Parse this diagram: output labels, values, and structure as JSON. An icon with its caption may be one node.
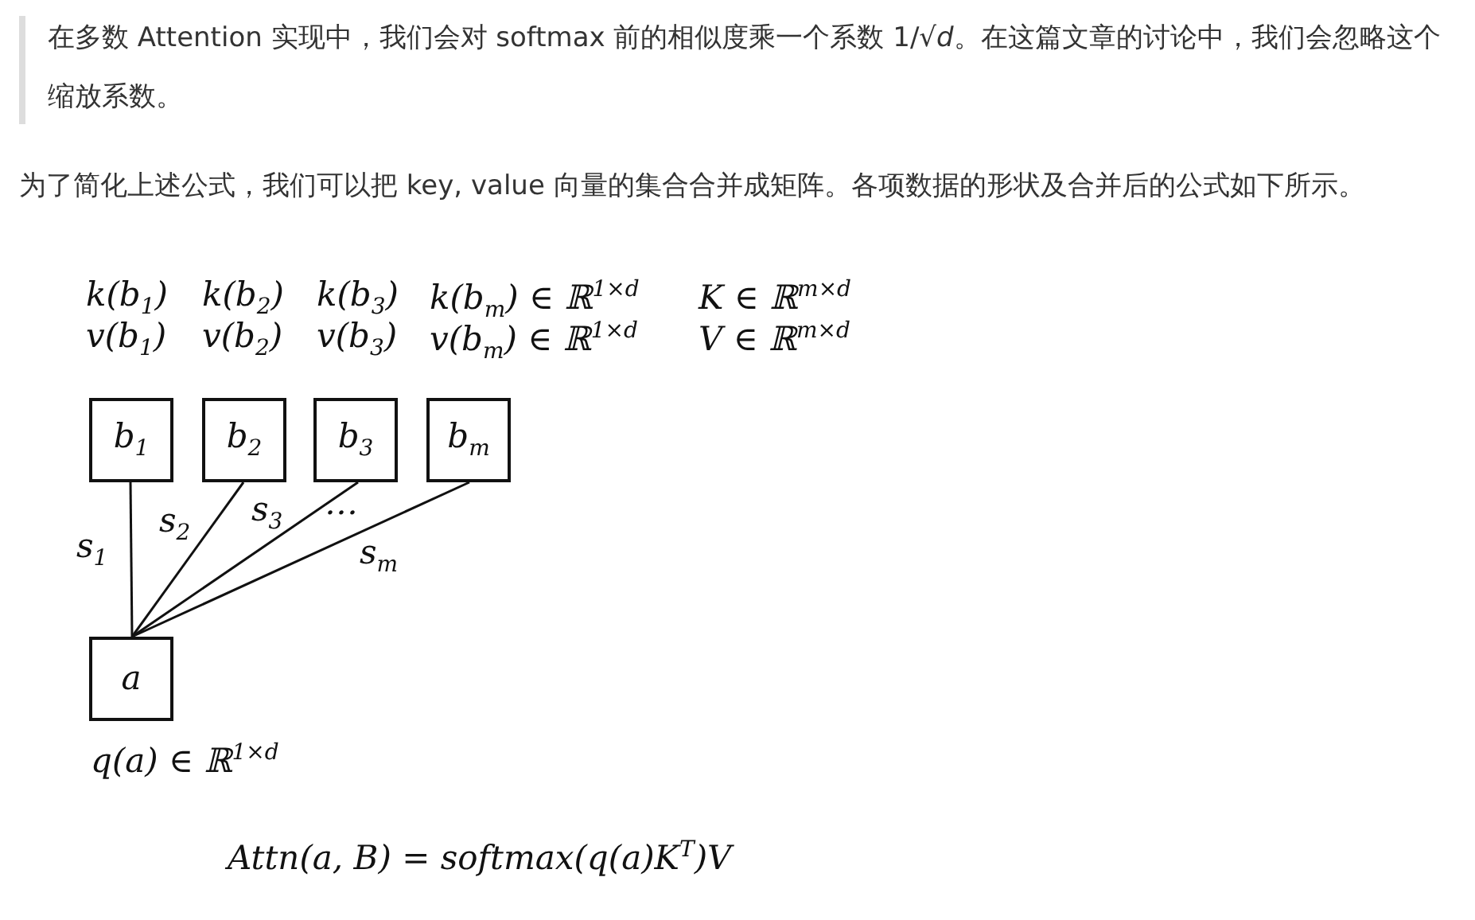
{
  "diagram": {
    "nodes": [
      {
        "text": [
          "b$_{1}$"
        ]
      },
      {
        "text": [
          "b$_{2}$"
        ]
      },
      {
        "text": [
          "b$_{3}$"
        ]
      },
      {
        "text": [
          "b$_{m}$"
        ]
      },
      {
        "text": [
          "a"
        ],
        "beside": [
          "q(a) ∈ ℝ$^{1×d}$"
        ]
      }
    ],
    "edges": [
      {
        "from": 4,
        "to": 0,
        "arrow": "none",
        "label": "s$_{1}$"
      },
      {
        "from": 4,
        "to": 1,
        "arrow": "none",
        "label": "s$_{2}$"
      },
      {
        "from": 4,
        "to": 2,
        "arrow": "none",
        "label": "s$_{3}$"
      },
      {
        "from": 4,
        "to": 3,
        "arrow": "none",
        "label": "s$_{m}$"
      }
    ],
    "labels": [
      "在多数 Attention 实现中，我们会对 softmax 前的相似度乘一个系数 1/√*d*。在这篇文章的讨论中，我们会忽略这个缩放系数。",
      "为了简化上述公式，我们可以把 key, value 向量的集合合并成矩阵。各项数据的形状及合并后的公式如下所示。",
      "k(b$_{1}$)",
      "k(b$_{2}$)",
      "k(b$_{3}$)",
      "k(b$_{m}$) ∈ ℝ$^{1×d}$",
      "K ∈ ℝ$^{m×d}$",
      "v(b$_{1}$)",
      "v(b$_{2}$)",
      "v(b$_{3}$)",
      "v(b$_{m}$) ∈ ℝ$^{1×d}$",
      "V ∈ ℝ$^{m×d}$",
      "…",
      "Attn(a, B) = softmax(q(a)K$^{T}$)V"
    ]
  }
}
